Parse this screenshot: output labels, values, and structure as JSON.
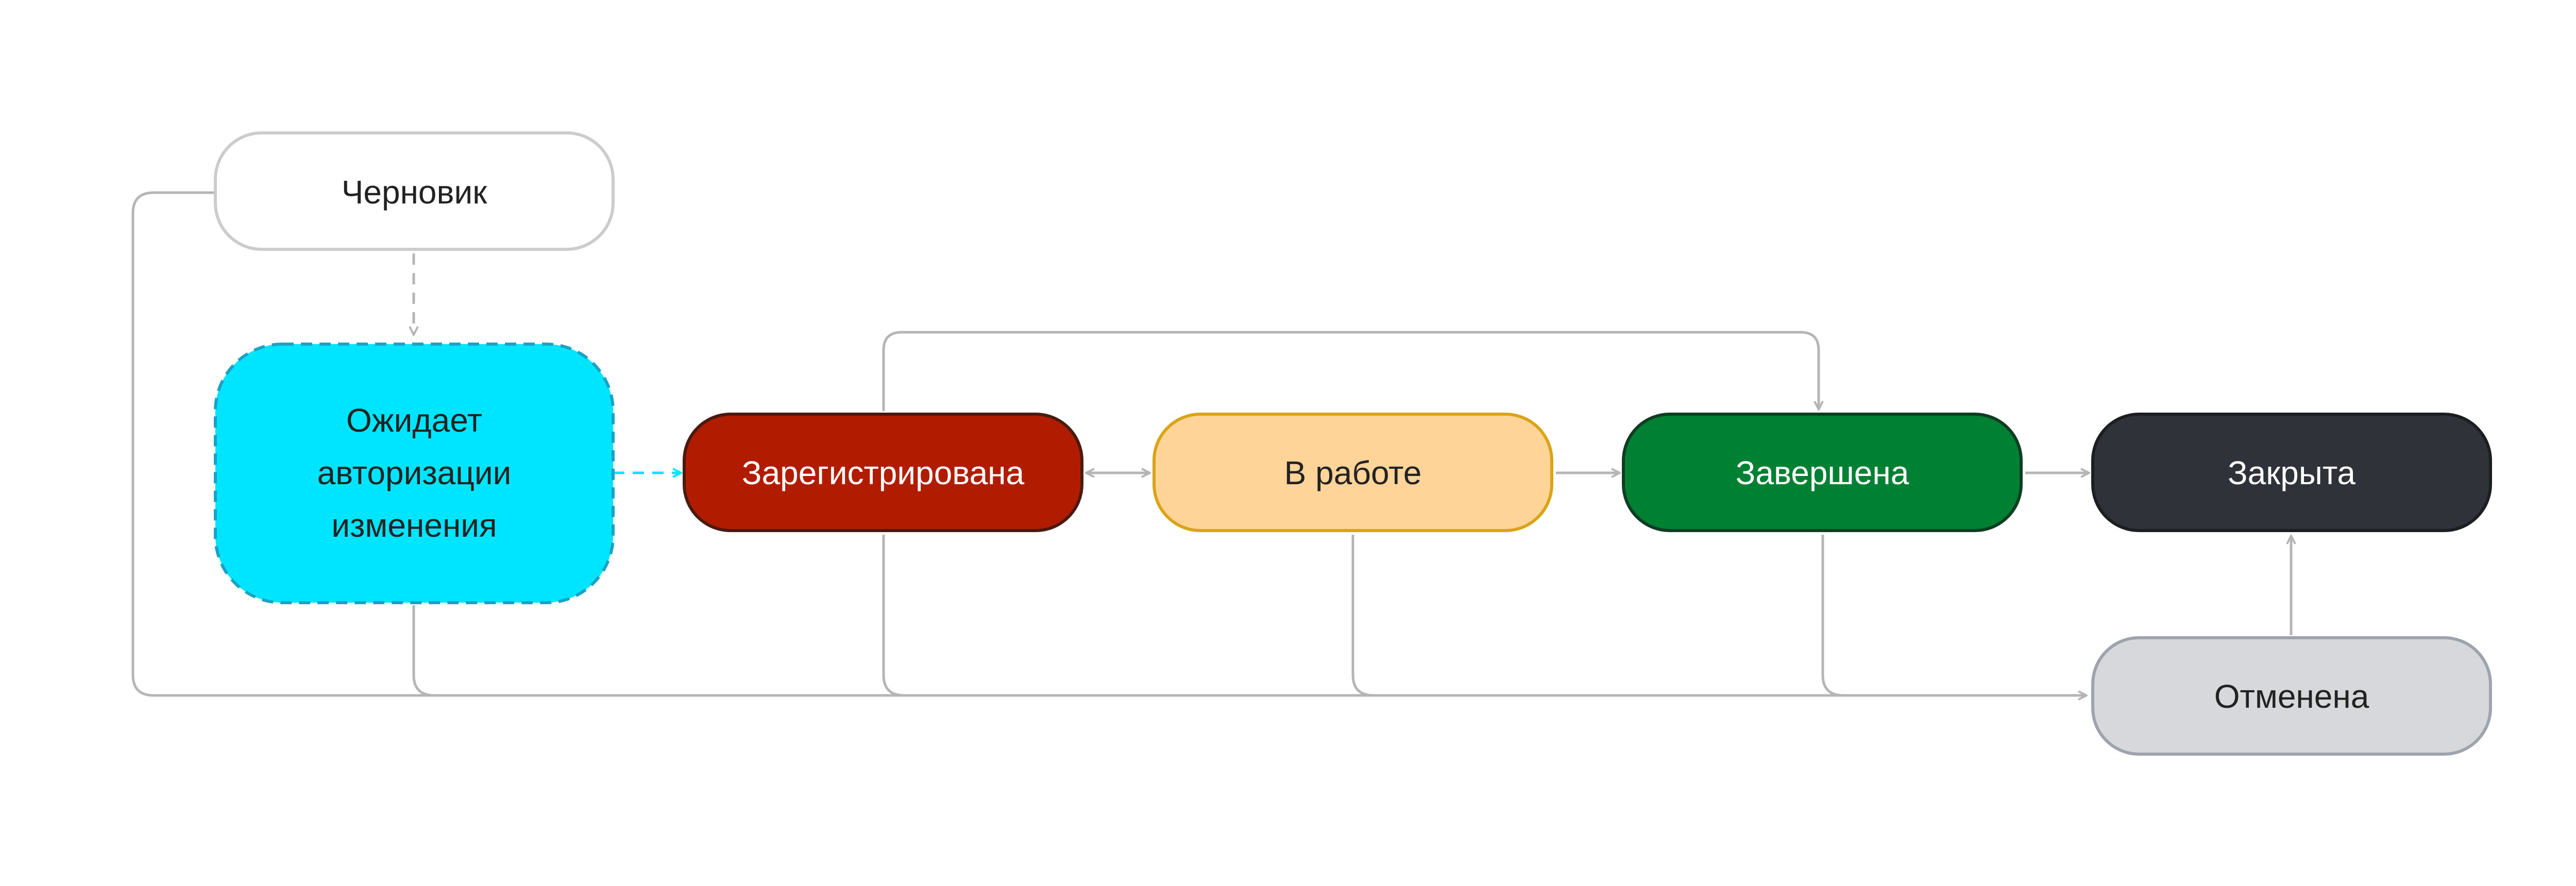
{
  "nodes": {
    "draft": {
      "label": "Черновик",
      "fill": "#ffffff",
      "stroke": "#cccccc",
      "text_color": "#222222"
    },
    "awaiting": {
      "lines": [
        "Ожидает",
        "авторизации",
        "изменения"
      ],
      "fill": "#00e5ff",
      "stroke": "#1aa3c4",
      "text_color": "#222222",
      "border": "dashed"
    },
    "registered": {
      "label": "Зарегистрирована",
      "fill": "#b11c00",
      "stroke": "#4a1a10",
      "text_color": "#ffffff"
    },
    "in_progress": {
      "label": "В работе",
      "fill": "#ffd498",
      "stroke": "#d9a416",
      "text_color": "#222222"
    },
    "completed": {
      "label": "Завершена",
      "fill": "#008033",
      "stroke": "#0f3d22",
      "text_color": "#ffffff"
    },
    "closed": {
      "label": "Закрыта",
      "fill": "#2f3238",
      "stroke": "#1c1e22",
      "text_color": "#ffffff"
    },
    "cancelled": {
      "label": "Отменена",
      "fill": "#d6d8dc",
      "stroke": "#9ea3ad",
      "text_color": "#222222"
    }
  },
  "connector_color": "#b5b5b5",
  "accent_connector_color": "#00e5ff"
}
